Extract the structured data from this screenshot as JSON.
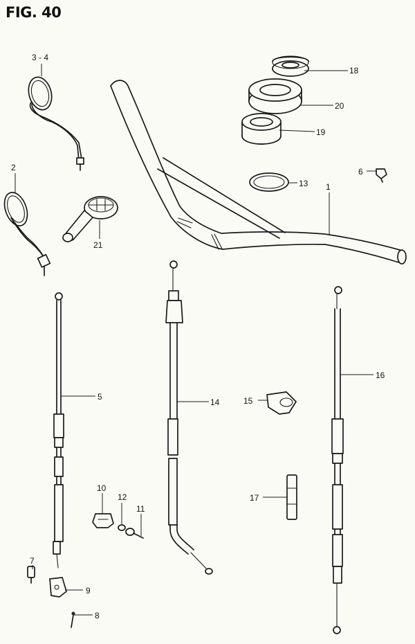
{
  "figure": {
    "title": "FIG. 40"
  },
  "callouts": {
    "c34": "3 - 4",
    "c2": "2",
    "c21": "21",
    "c18": "18",
    "c20": "20",
    "c19": "19",
    "c13": "13",
    "c6": "6",
    "c1": "1",
    "c5": "5",
    "c14": "14",
    "c16": "16",
    "c15": "15",
    "c17": "17",
    "c10": "10",
    "c12": "12",
    "c11": "11",
    "c7": "7",
    "c9": "9",
    "c8": "8"
  }
}
